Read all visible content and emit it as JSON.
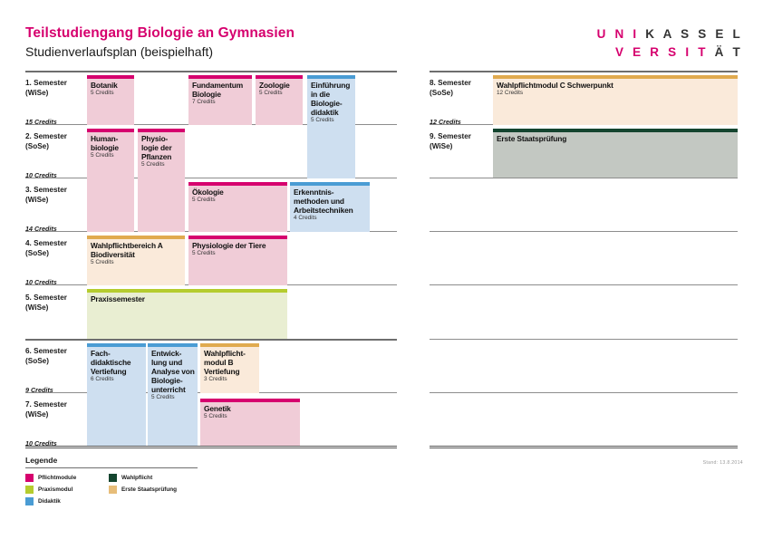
{
  "header": {
    "title": "Teilstudiengang Biologie an Gymnasien",
    "subtitle": "Studienverlaufsplan (beispielhaft)"
  },
  "logo": {
    "line1_accent": "U N I",
    "line1_dark": "K A S S E L",
    "line2_accent": "V E R S I T",
    "line2_dark": "Ä T"
  },
  "colors": {
    "brand_magenta": "#d6006e",
    "pflicht_bar": "#d6006e",
    "pflicht_fill": "#f0ccd7",
    "didaktik_bar": "#4a9cd4",
    "didaktik_fill": "#cedff0",
    "praxis_bar": "#b5cc2e",
    "praxis_fill": "#e9eed2",
    "wahlpflicht_bar": "#e0aa4f",
    "wahlpflicht_fill": "#faeada",
    "staatspruefung_bar": "#14452f",
    "staatspruefung_fill": "#c3c8c2"
  },
  "left_column": {
    "semesters": [
      {
        "name": "1. Semester\n(WiSe)",
        "credits": "15 Credits"
      },
      {
        "name": "2. Semester\n(SoSe)",
        "credits": "10 Credits"
      },
      {
        "name": "3. Semester\n(WiSe)",
        "credits": "14 Credits"
      },
      {
        "name": "4. Semester\n(SoSe)",
        "credits": "10 Credits"
      },
      {
        "name": "5. Semester\n(WiSe)",
        "credits": ""
      },
      {
        "name": "6. Semester\n(SoSe)",
        "credits": "9 Credits"
      },
      {
        "name": "7. Semester\n(WiSe)",
        "credits": "10 Credits"
      }
    ],
    "modules": [
      {
        "title": "Botanik",
        "credits": "5 Credits",
        "category": "pflicht"
      },
      {
        "title": "Fundamentum Biologie",
        "credits": "7 Credits",
        "category": "pflicht"
      },
      {
        "title": "Zoologie",
        "credits": "5 Credits",
        "category": "pflicht"
      },
      {
        "title": "Einführung in die Biologie-\ndidaktik",
        "credits": "5 Credits",
        "category": "didaktik"
      },
      {
        "title": "Human-\nbiologie",
        "credits": "5 Credits",
        "category": "pflicht"
      },
      {
        "title": "Physio-\nlogie der Pflanzen",
        "credits": "5 Credits",
        "category": "pflicht"
      },
      {
        "title": "Ökologie",
        "credits": "5 Credits",
        "category": "pflicht"
      },
      {
        "title": "Erkenntnis-\nmethoden und Arbeitstechniken",
        "credits": "4 Credits",
        "category": "didaktik"
      },
      {
        "title": "Wahlpflichtbereich A Biodiversität",
        "credits": "5 Credits",
        "category": "wahlpflicht"
      },
      {
        "title": "Physiologie der Tiere",
        "credits": "5 Credits",
        "category": "pflicht"
      },
      {
        "title": "Praxissemester",
        "credits": "",
        "category": "praxis"
      },
      {
        "title": "Fach-\ndidaktische Vertiefung",
        "credits": "6 Credits",
        "category": "didaktik"
      },
      {
        "title": "Entwick-\nlung und Analyse von Biologie-\nunterricht",
        "credits": "5 Credits",
        "category": "didaktik"
      },
      {
        "title": "Wahlpflicht-\nmodul B Vertiefung",
        "credits": "3 Credits",
        "category": "wahlpflicht"
      },
      {
        "title": "Genetik",
        "credits": "5 Credits",
        "category": "pflicht"
      }
    ]
  },
  "right_column": {
    "semesters": [
      {
        "name": "8. Semester\n(SoSe)",
        "credits": "12 Credits"
      },
      {
        "name": "9. Semester\n(WiSe)",
        "credits": ""
      }
    ],
    "modules": [
      {
        "title": "Wahlpflichtmodul C Schwerpunkt",
        "credits": "12 Credits",
        "category": "wahlpflicht"
      },
      {
        "title": "Erste Staatsprüfung",
        "credits": "",
        "category": "staatspruefung"
      }
    ]
  },
  "legend": {
    "title": "Legende",
    "column1": [
      {
        "label": "Pflichtmodule",
        "color": "#d6006e"
      },
      {
        "label": "Praxismodul",
        "color": "#b5cc2e"
      },
      {
        "label": "Didaktik",
        "color": "#4a9cd4"
      }
    ],
    "column2": [
      {
        "label": "Wahlpflicht",
        "color": "#14452f"
      },
      {
        "label": "Erste Staatsprüfung",
        "color": "#e7bd79"
      }
    ]
  },
  "stamp": "Stand: 13.8.2014"
}
